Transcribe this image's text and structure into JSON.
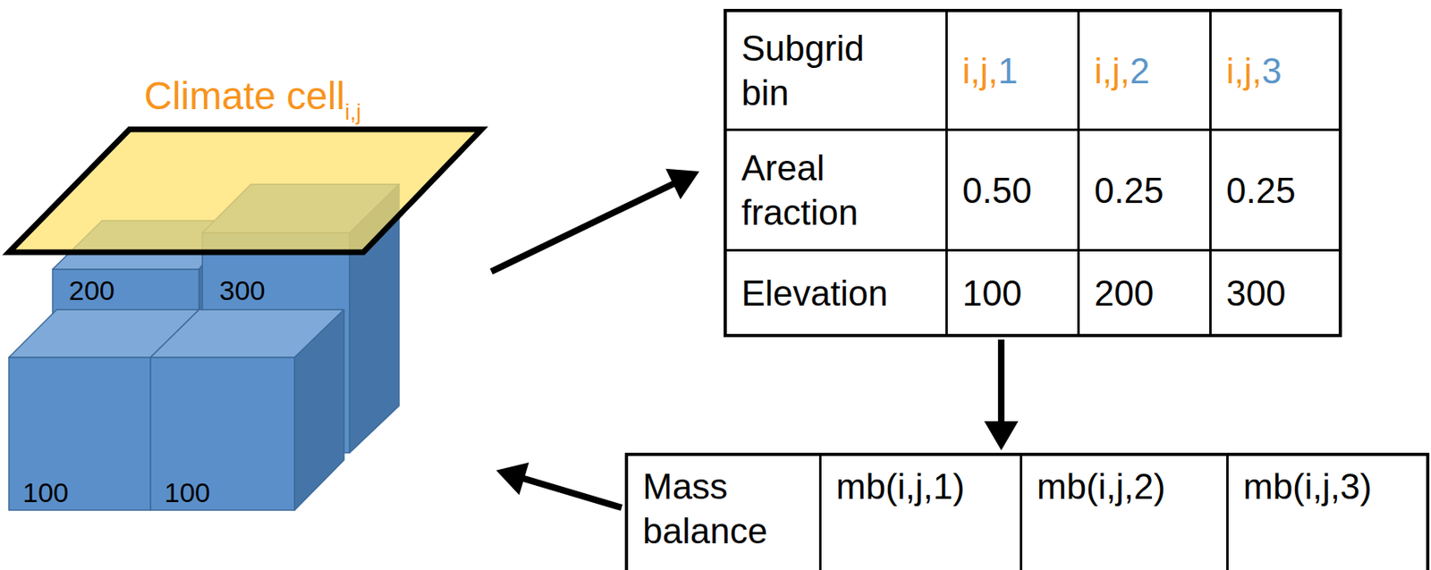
{
  "diagram": {
    "nodes": [
      {
        "text": [
          "Climate cell",
          "i,j"
        ]
      },
      {
        "text": [
          "Subgrid bin",
          "i,j,",
          "1",
          "i,j,",
          "2",
          "i,j,",
          "3",
          "Areal fraction",
          "0.50",
          "0.25",
          "0.25",
          "Elevation",
          "100",
          "200",
          "300"
        ]
      },
      {
        "text": [
          "Mass balance",
          "mb(i,j,1)",
          "mb(i,j,2)",
          "mb(i,j,3)"
        ]
      }
    ],
    "edges": [
      {
        "from": 0,
        "to": 1,
        "arrow": "to"
      },
      {
        "from": 1,
        "to": 2,
        "arrow": "to"
      },
      {
        "from": 2,
        "to": 0,
        "arrow": "to"
      }
    ],
    "labels": [
      "200",
      "300",
      "100",
      "100"
    ]
  }
}
